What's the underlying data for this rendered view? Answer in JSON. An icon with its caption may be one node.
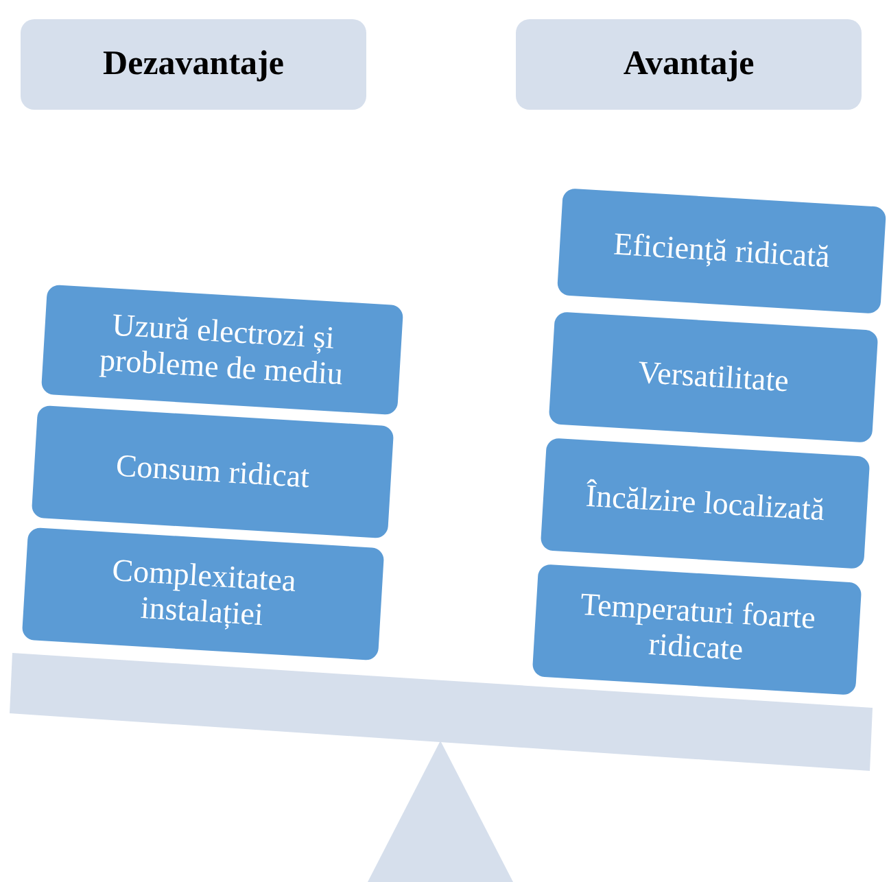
{
  "diagram": {
    "nodes": [
      {
        "text": [
          "Dezavantaje"
        ]
      },
      {
        "text": [
          "Avantaje"
        ]
      },
      {
        "text": [
          "Uzură electrozi și probleme de mediu"
        ]
      },
      {
        "text": [
          "Consum ridicat"
        ]
      },
      {
        "text": [
          "Complexitatea instalației"
        ]
      },
      {
        "text": [
          "Eficiență ridicată"
        ]
      },
      {
        "text": [
          "Versatilitate"
        ]
      },
      {
        "text": [
          "Încălzire localizată"
        ]
      },
      {
        "text": [
          "Temperaturi foarte ridicate"
        ]
      }
    ]
  }
}
